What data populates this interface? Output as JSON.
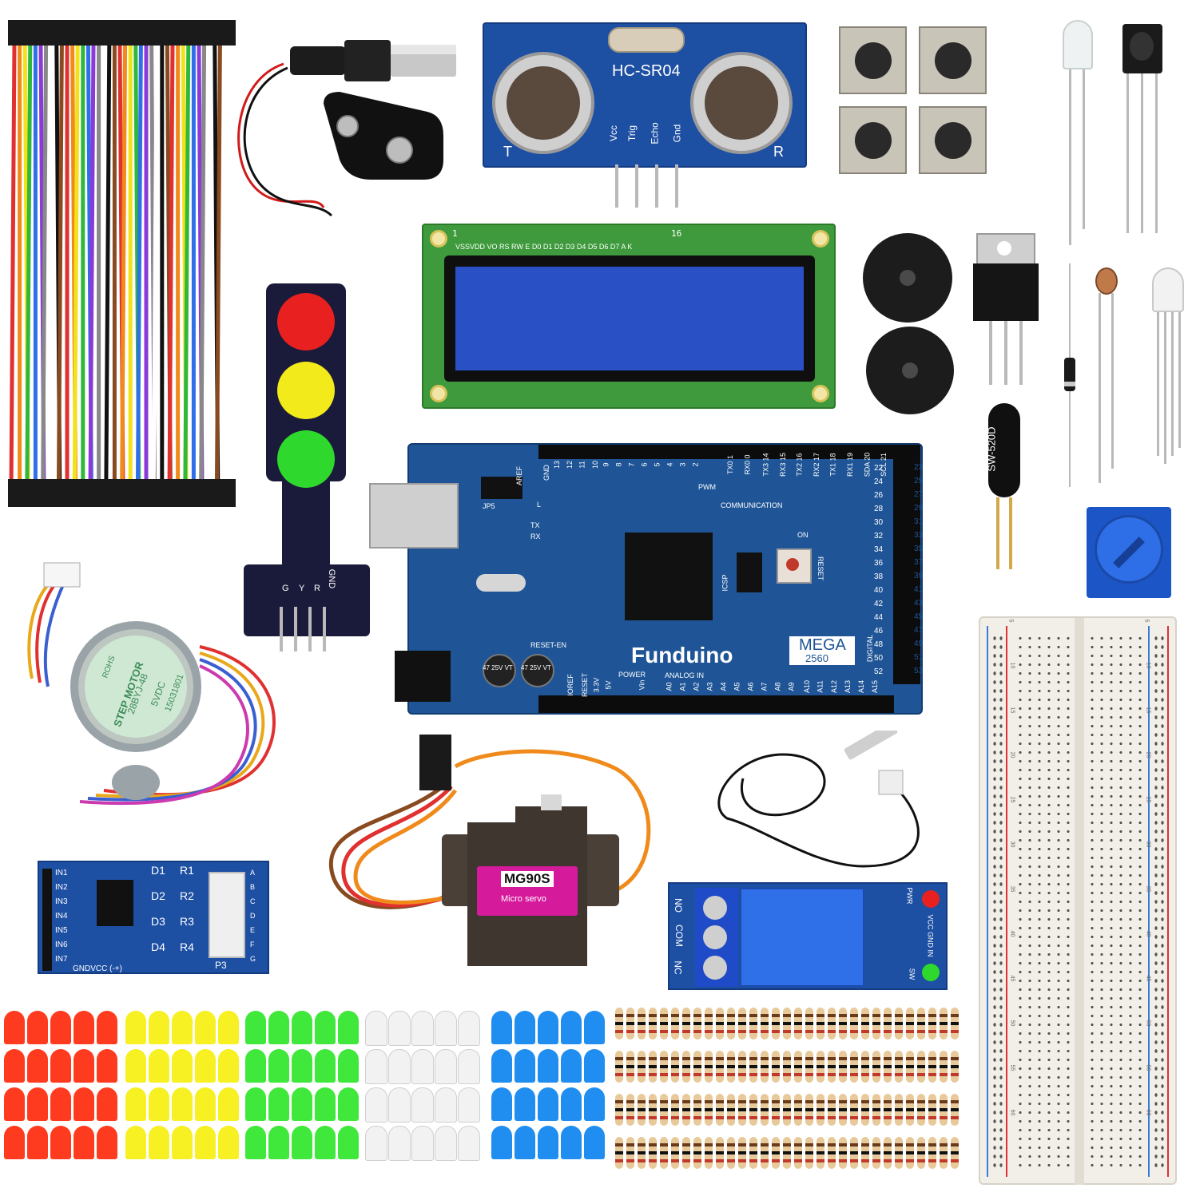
{
  "ultrasonic": {
    "model": "HC-SR04",
    "pins": [
      "Vcc",
      "Trig",
      "Echo",
      "Gnd"
    ],
    "left_mark": "T",
    "right_mark": "R"
  },
  "lcd": {
    "pin_first": "1",
    "pin_last": "16",
    "pin_labels": "VSSVDD VO RS RW  E  D0 D1 D2 D3 D4 D5 D6 D7  A  K"
  },
  "mega": {
    "brand": "Funduino",
    "model_top": "MEGA",
    "model_bottom": "2560",
    "labels": {
      "pwm": "PWM",
      "communication": "COMMUNICATION",
      "on": "ON",
      "reset": "RESET",
      "icsp": "ICSP",
      "tx": "TX",
      "rx": "RX",
      "l": "L",
      "jp5": "JP5",
      "aref": "AREF",
      "gnd": "GND",
      "reset_en": "RESET-EN",
      "power": "POWER",
      "analog_in": "ANALOG IN",
      "digital": "DIGITAL",
      "ioref": "IOREF",
      "reset_bottom": "RESET",
      "v33": "3.3V",
      "v5": "5V",
      "vin": "Vin",
      "cap1": "47 25V VT",
      "cap2": "47 25V VT"
    },
    "comm_pins": [
      "TX0 1",
      "RX0 0",
      "TX3 14",
      "RX3 15",
      "TX2 16",
      "RX2 17",
      "TX1 18",
      "RX1 19",
      "SDA 20",
      "SCL 21"
    ],
    "pwm_pins": [
      "13",
      "12",
      "11",
      "10",
      "9",
      "8",
      "7",
      "6",
      "5",
      "4",
      "3",
      "2"
    ],
    "analog_pins": [
      "A0",
      "A1",
      "A2",
      "A3",
      "A4",
      "A5",
      "A6",
      "A7",
      "A8",
      "A9",
      "A10",
      "A11",
      "A12",
      "A13",
      "A14",
      "A15"
    ],
    "right_pins_even": [
      "22",
      "24",
      "26",
      "28",
      "30",
      "32",
      "34",
      "36",
      "38",
      "40",
      "42",
      "44",
      "46",
      "48",
      "50",
      "52"
    ],
    "right_pins_odd": [
      "23",
      "25",
      "27",
      "29",
      "31",
      "33",
      "35",
      "37",
      "39",
      "41",
      "43",
      "45",
      "47",
      "49",
      "51",
      "53"
    ]
  },
  "traffic_light": {
    "pins": [
      "GND",
      "R",
      "Y",
      "G"
    ]
  },
  "stepper": {
    "lines": [
      "ROHS",
      "STEP MOTOR",
      "28BYJ-48",
      "5VDC",
      "15031801"
    ]
  },
  "driver": {
    "inputs": [
      "IN1",
      "IN2",
      "IN3",
      "IN4",
      "IN5",
      "IN6",
      "IN7"
    ],
    "leds": [
      "D1",
      "D2",
      "D3",
      "D4"
    ],
    "resistors": [
      "R1",
      "R2",
      "R3",
      "R4"
    ],
    "outputs": [
      "A",
      "B",
      "C",
      "D",
      "E",
      "F",
      "G"
    ],
    "power_label": "GNDVCC (-+)",
    "connector": "P3"
  },
  "servo": {
    "model": "MG90S",
    "subtitle": "Micro servo"
  },
  "relay": {
    "terminals": [
      "NO",
      "COM",
      "NC"
    ],
    "pwr": "PWR",
    "pins": "VCC GND IN",
    "sw": "SW"
  },
  "tilt_switch": {
    "label": "SW-520D"
  },
  "breadboard": {
    "left_numbers": [
      "5",
      "10",
      "15",
      "20",
      "25",
      "30",
      "35",
      "40",
      "45",
      "50",
      "55",
      "60"
    ],
    "right_numbers": [
      "5",
      "10",
      "15",
      "20",
      "25",
      "30",
      "35",
      "40",
      "45",
      "50",
      "55",
      "60"
    ]
  },
  "colors": {
    "pcb_blue": "#1d4fa3",
    "pcb_navy": "#1a3a78",
    "led_red": "#ff3b1f",
    "led_yellow": "#f7f023",
    "led_green": "#3fe83a",
    "led_white": "#f2f2f2",
    "led_blue": "#1f8ef0",
    "relay_blue": "#1f5fc7"
  },
  "icons": [
    "jumper-wires-icon",
    "dc-barrel-jack-icon",
    "battery-clip-icon",
    "push-button-icon",
    "ir-led-icon",
    "ir-receiver-icon",
    "buzzer-icon",
    "voltage-regulator-icon",
    "photoresistor-icon",
    "rgb-led-icon",
    "diode-icon",
    "potentiometer-icon",
    "temperature-probe-icon",
    "resistor-icon"
  ]
}
